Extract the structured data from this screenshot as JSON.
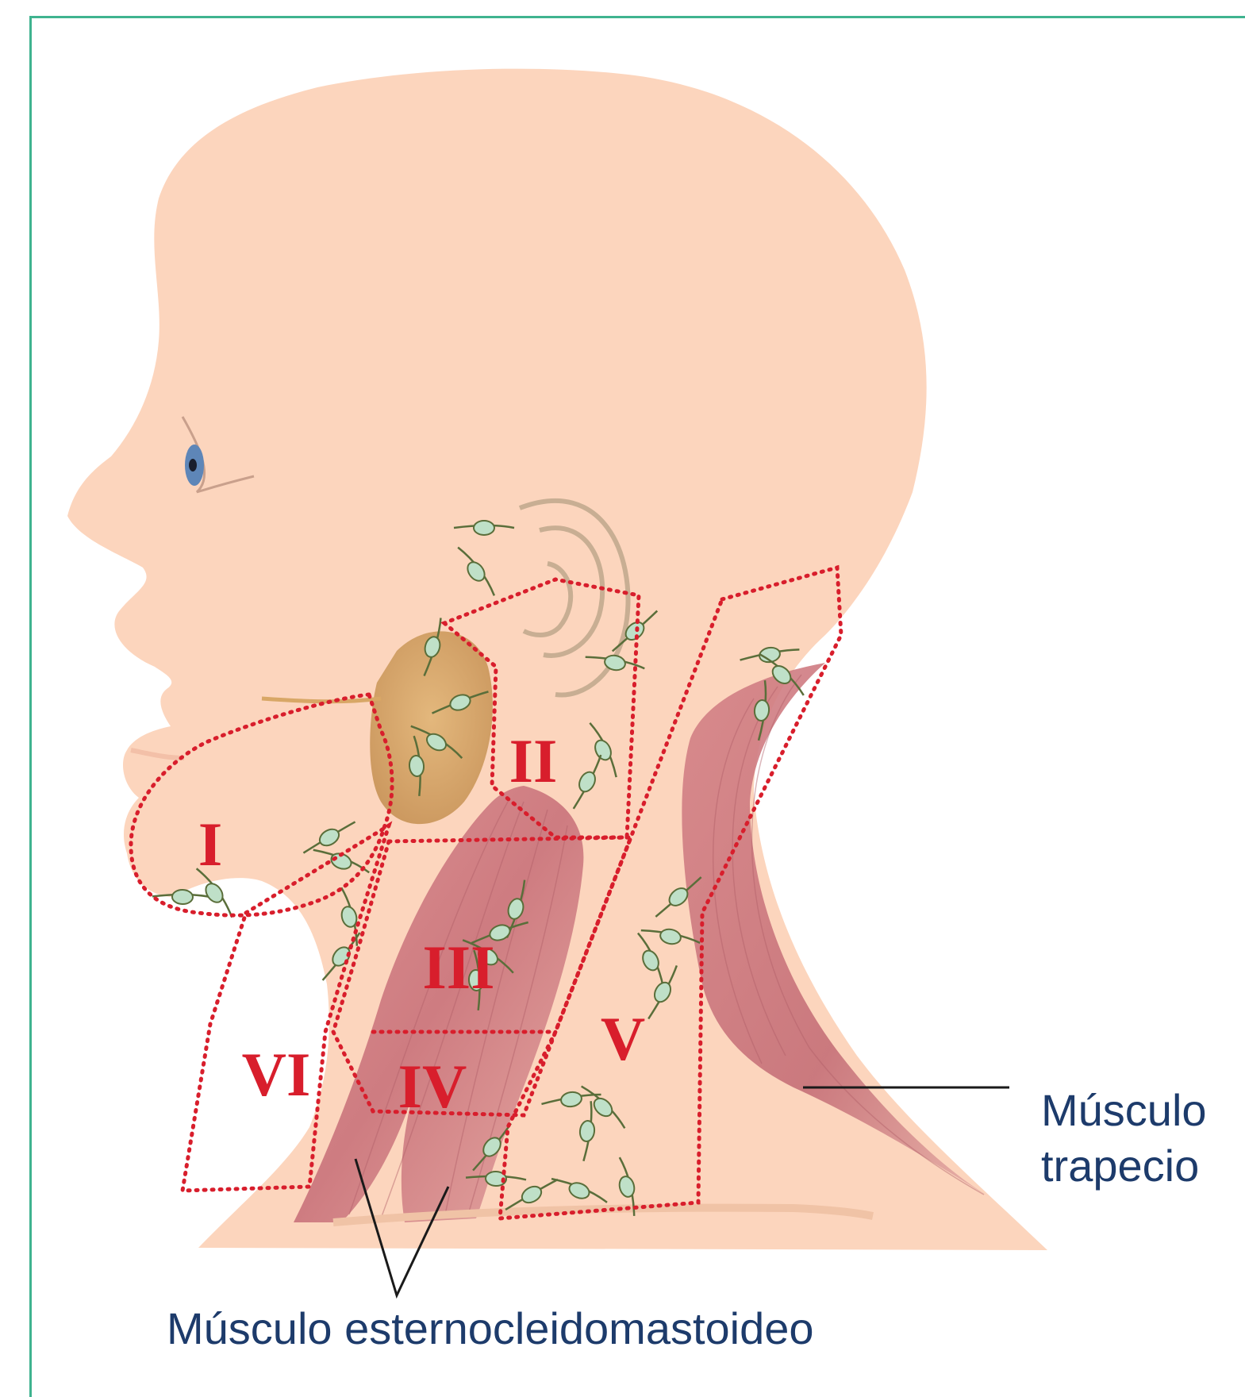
{
  "diagram": {
    "levels": [
      {
        "id": "I",
        "label": "I"
      },
      {
        "id": "II",
        "label": "II"
      },
      {
        "id": "III",
        "label": "III"
      },
      {
        "id": "IV",
        "label": "IV"
      },
      {
        "id": "V",
        "label": "V"
      },
      {
        "id": "VI",
        "label": "VI"
      }
    ],
    "labels": {
      "trapezius_line1": "Músculo",
      "trapezius_line2": "trapecio",
      "scm": "Músculo esternocleidomastoideo"
    },
    "colors": {
      "frame": "#3fb38f",
      "skin": "#fcd5bd",
      "muscle": "#c9727a",
      "gland": "#d8a766",
      "zone_border": "#d81e2c",
      "level_text": "#d81e2c",
      "label_text": "#1d3b6b",
      "node_fill": "#bfe0c8",
      "vessel": "#5a6e3a"
    }
  }
}
